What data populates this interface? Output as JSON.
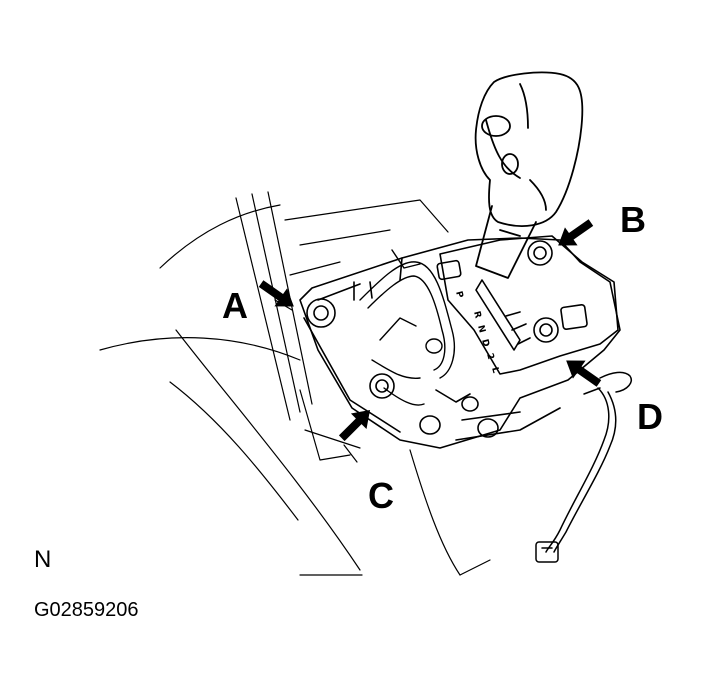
{
  "callouts": {
    "a": "A",
    "b": "B",
    "c": "C",
    "d": "D"
  },
  "shift_gate": {
    "positions": [
      "P",
      "R",
      "N",
      "D",
      "2",
      "L"
    ]
  },
  "orientation_letter": "N",
  "figure_id": "G02859206",
  "colors": {
    "ink": "#000000",
    "paper": "#ffffff"
  }
}
